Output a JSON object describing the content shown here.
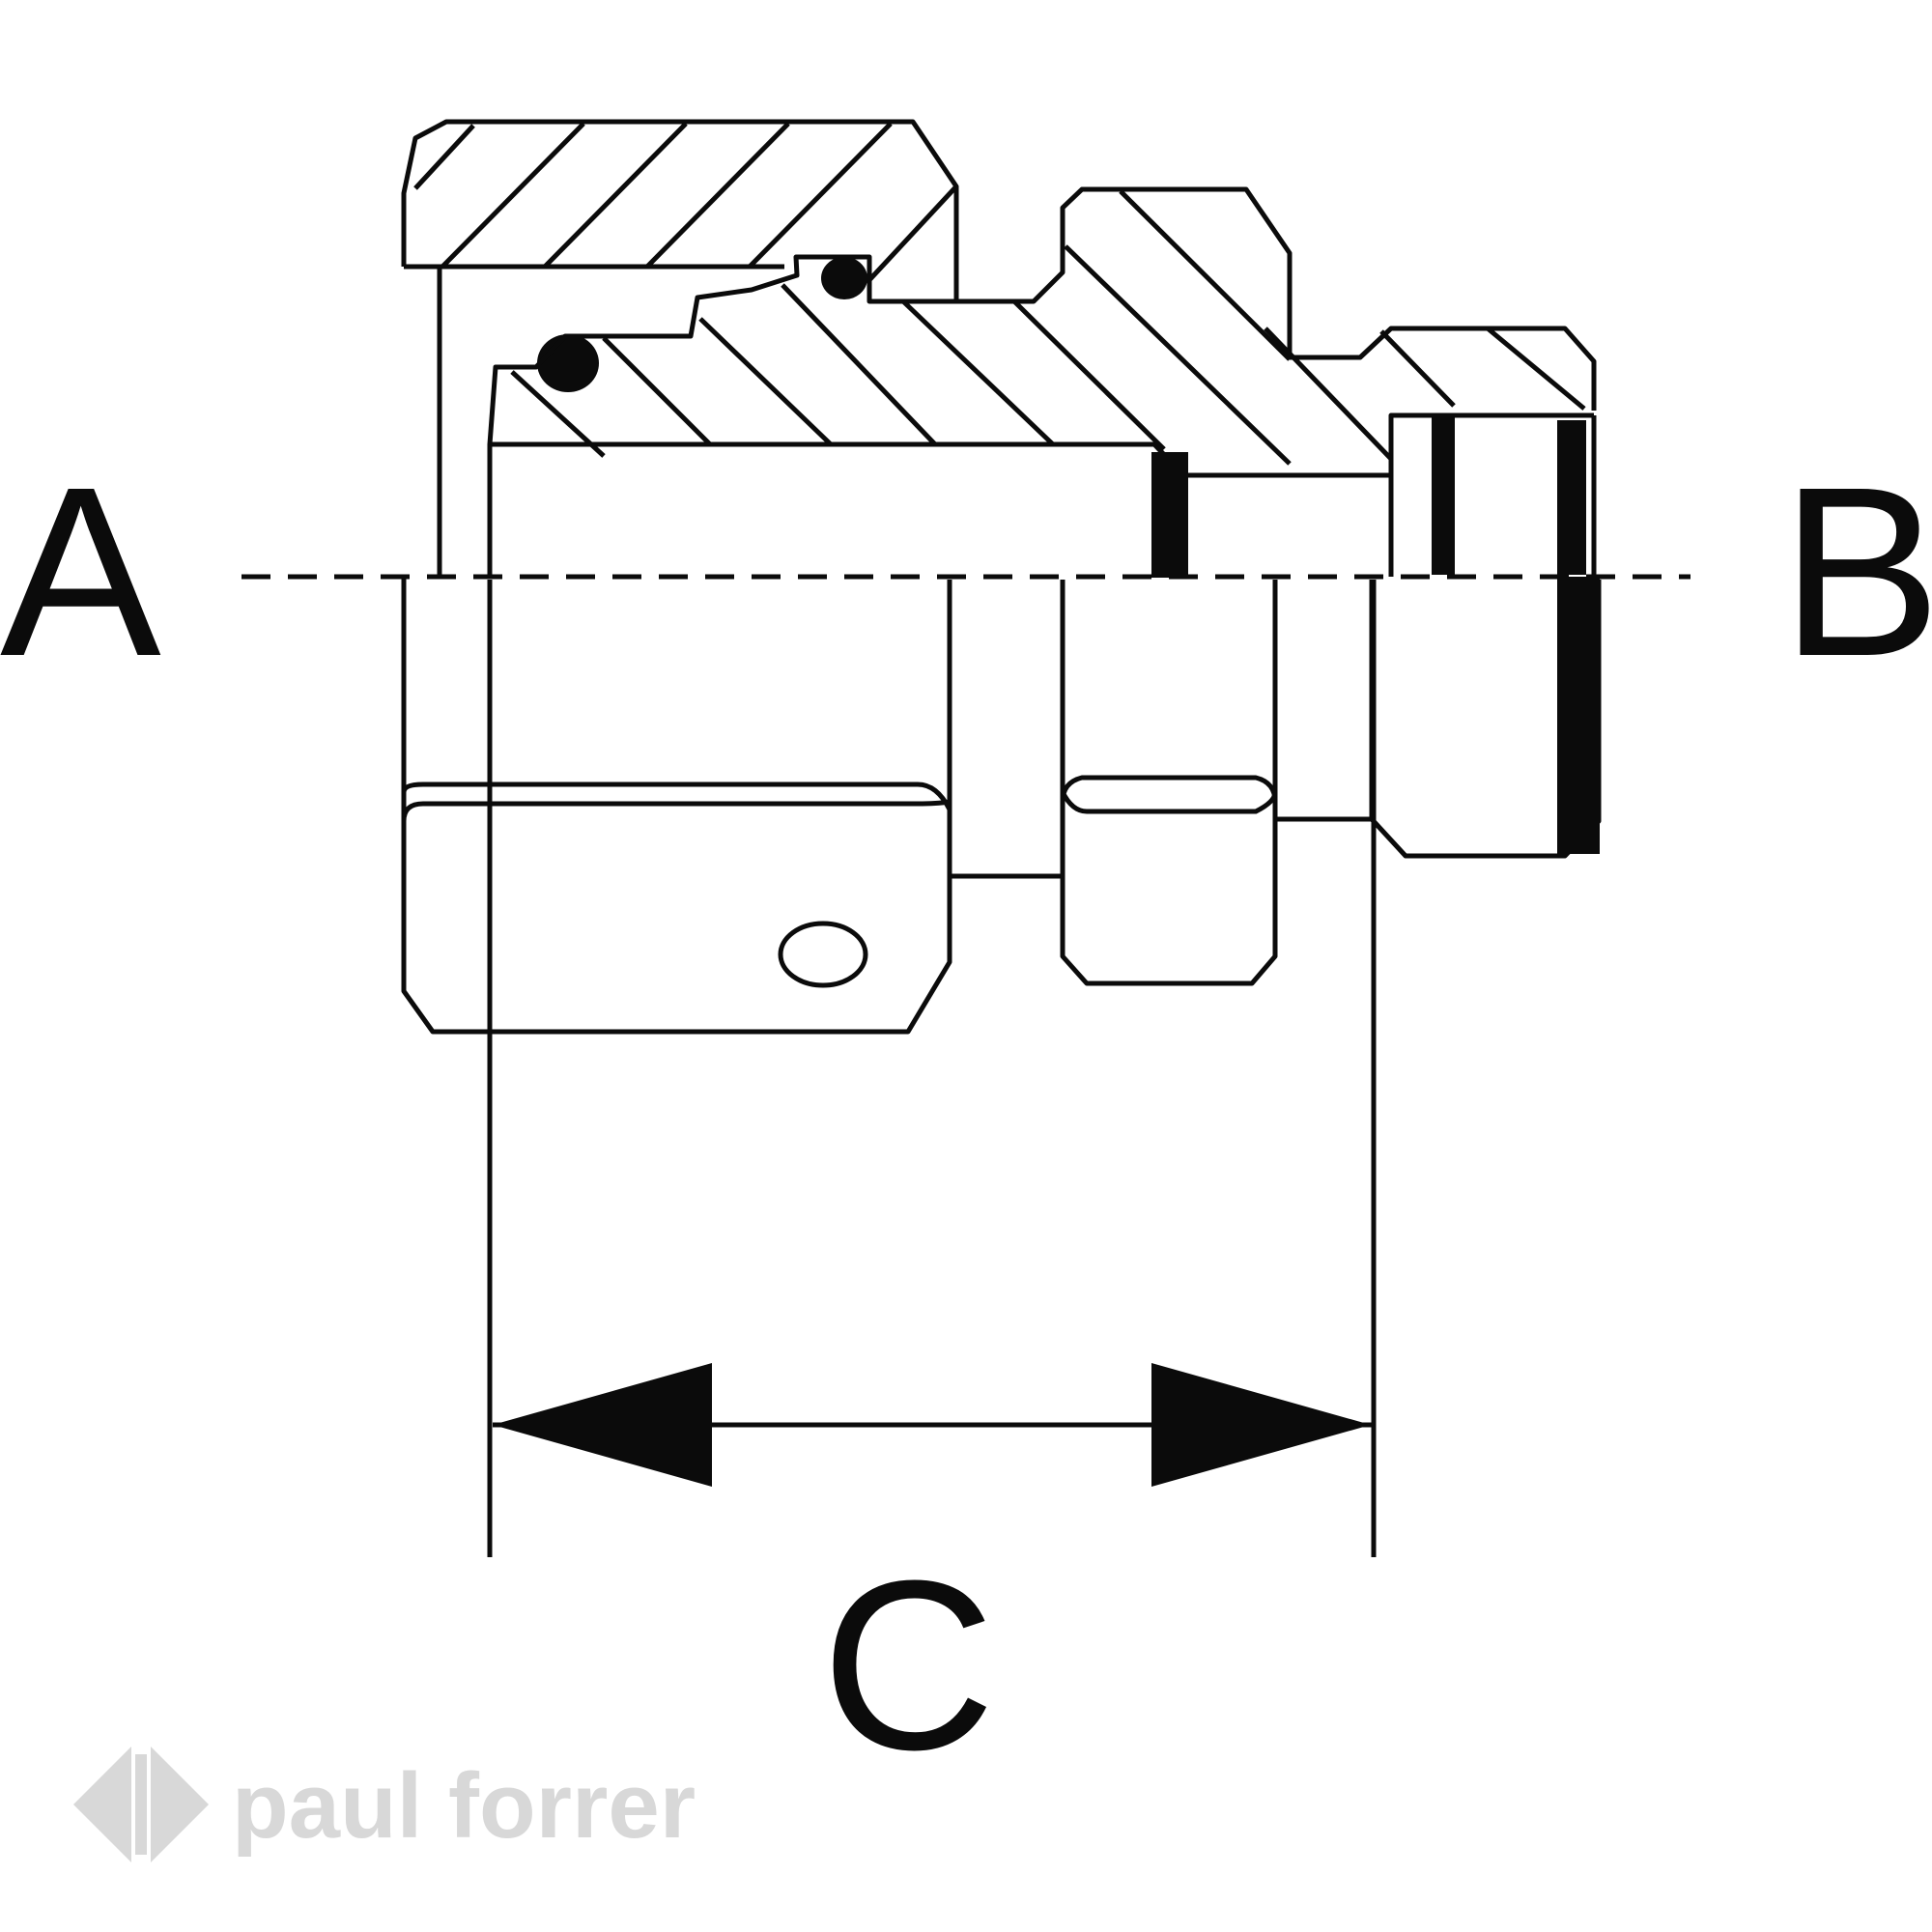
{
  "labels": {
    "left_end": "A",
    "right_end": "B",
    "dimension": "C"
  },
  "watermark": {
    "text": "paul forrer",
    "icon": "diamond-logo-icon"
  },
  "colors": {
    "line": "#0b0b0b",
    "watermark": "#d8d8d8",
    "background": "#ffffff"
  }
}
